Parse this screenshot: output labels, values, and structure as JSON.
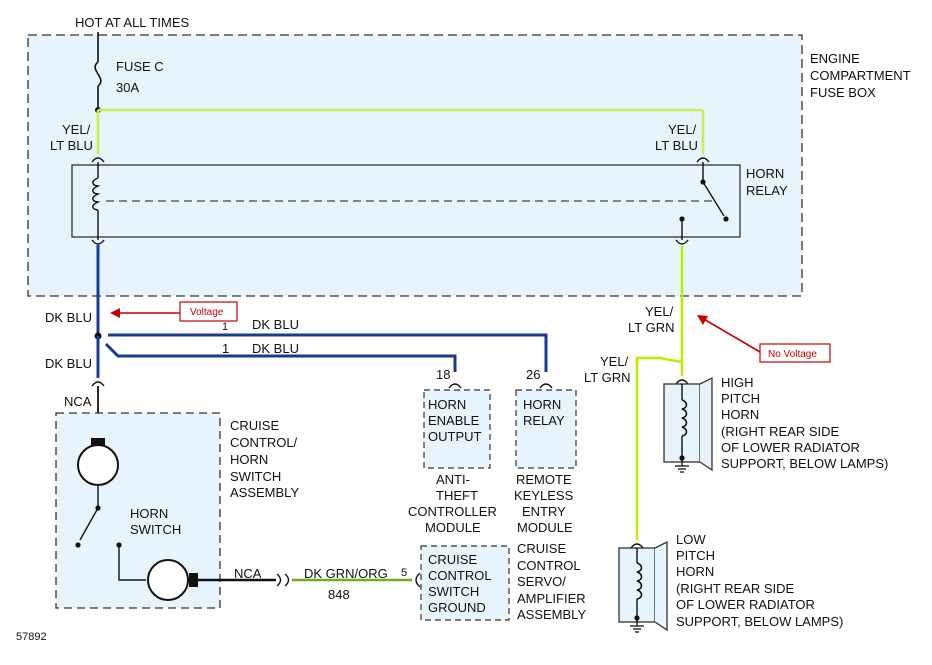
{
  "top_label": "HOT AT ALL TIMES",
  "fuse": {
    "name": "FUSE C",
    "rating": "30A"
  },
  "fuse_box_label": [
    "ENGINE",
    "COMPARTMENT",
    "FUSE BOX"
  ],
  "horn_relay_label": [
    "HORN",
    "RELAY"
  ],
  "wires": {
    "yel_lt_blu_left": [
      "YEL/",
      "LT BLU"
    ],
    "yel_lt_blu_right": [
      "YEL/",
      "LT BLU"
    ],
    "dk_blu_upper": "DK BLU",
    "dk_blu_lower": "DK BLU",
    "dk_blu_run1": "DK BLU",
    "dk_blu_run2": "DK BLU",
    "pin_1a": "1",
    "pin_1b": "1",
    "yel_lt_grn_right": [
      "YEL/",
      "LT GRN"
    ],
    "yel_lt_grn_left": [
      "YEL/",
      "LT GRN"
    ],
    "nca_top": "NCA",
    "nca_bottom": "NCA",
    "dk_grn_org": "DK GRN/ORG",
    "circuit_848": "848",
    "pin_5": "5"
  },
  "callouts": {
    "voltage": "Voltage",
    "no_voltage": "No Voltage"
  },
  "anti_theft": {
    "pin": "18",
    "box": [
      "HORN",
      "ENABLE",
      "OUTPUT"
    ],
    "module": [
      "ANTI-",
      "THEFT",
      "CONTROLLER",
      "MODULE"
    ]
  },
  "keyless": {
    "pin": "26",
    "box": [
      "HORN",
      "RELAY"
    ],
    "module": [
      "REMOTE",
      "KEYLESS",
      "ENTRY",
      "MODULE"
    ]
  },
  "cruise_switch": {
    "label": [
      "CRUISE",
      "CONTROL/",
      "HORN",
      "SWITCH",
      "ASSEMBLY"
    ],
    "horn_switch": [
      "HORN",
      "SWITCH"
    ]
  },
  "cruise_servo": {
    "box": [
      "CRUISE",
      "CONTROL",
      "SWITCH",
      "GROUND"
    ],
    "label": [
      "CRUISE",
      "CONTROL",
      "SERVO/",
      "AMPLIFIER",
      "ASSEMBLY"
    ]
  },
  "high_horn": [
    "HIGH",
    "PITCH",
    "HORN",
    "(RIGHT REAR SIDE",
    "OF LOWER RADIATOR",
    "SUPPORT, BELOW LAMPS)"
  ],
  "low_horn": [
    "LOW",
    "PITCH",
    "HORN",
    "(RIGHT REAR SIDE",
    "OF LOWER RADIATOR",
    "SUPPORT, BELOW LAMPS)"
  ],
  "diagram_id": "57892",
  "colors": {
    "dk_blu": "#1a3a8c",
    "yel_lt_blu": "#c8f050",
    "yel_lt_grn": "#b8f000",
    "dk_grn_org": "#6bb022",
    "box_fill": "#e8f4fb",
    "callout_red": "#cc0000"
  }
}
